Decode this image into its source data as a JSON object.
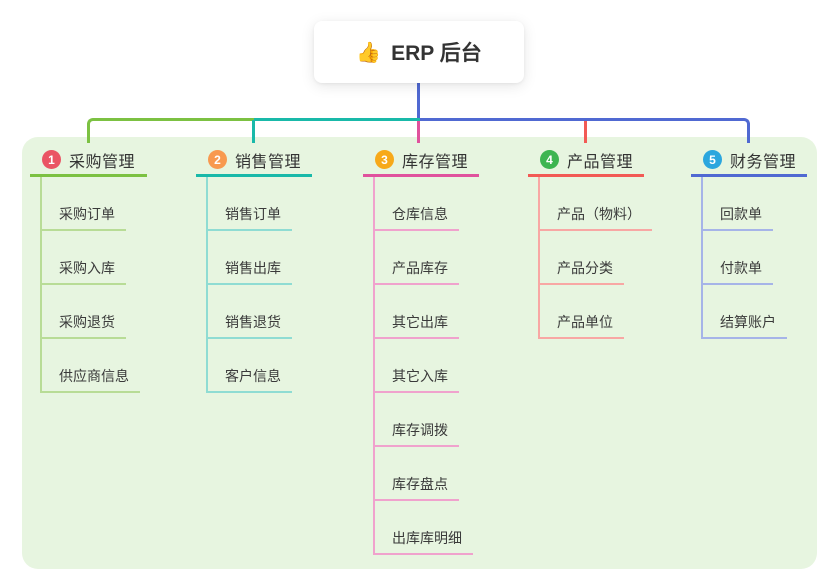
{
  "root": {
    "icon": "👍",
    "title": "ERP 后台"
  },
  "canvas": {
    "background": "#ffffff",
    "panel_color": "#e7f5e0",
    "connector_blue": "#5069d2",
    "connector_green": "#7cc142",
    "connector_teal": "#19b9a9",
    "connector_pink": "#e0529d",
    "connector_red": "#f25a55"
  },
  "branches": [
    {
      "number": "1",
      "title": "采购管理",
      "badge_color": "#ea5464",
      "line_color": "#7cc142",
      "child_line_color": "#b8dc96",
      "children": [
        "采购订单",
        "采购入库",
        "采购退货",
        "供应商信息"
      ]
    },
    {
      "number": "2",
      "title": "销售管理",
      "badge_color": "#f8994f",
      "line_color": "#19b9a9",
      "child_line_color": "#8fdcd3",
      "children": [
        "销售订单",
        "销售出库",
        "销售退货",
        "客户信息"
      ]
    },
    {
      "number": "3",
      "title": "库存管理",
      "badge_color": "#f7a919",
      "line_color": "#e0529d",
      "child_line_color": "#f0a2cd",
      "children": [
        "仓库信息",
        "产品库存",
        "其它出库",
        "其它入库",
        "库存调拨",
        "库存盘点",
        "出库库明细"
      ]
    },
    {
      "number": "4",
      "title": "产品管理",
      "badge_color": "#3db551",
      "line_color": "#f25a55",
      "child_line_color": "#f8a7a4",
      "children": [
        "产品（物料）",
        "产品分类",
        "产品单位"
      ]
    },
    {
      "number": "5",
      "title": "财务管理",
      "badge_color": "#2ba6de",
      "line_color": "#5069d2",
      "child_line_color": "#a6b4e8",
      "children": [
        "回款单",
        "付款单",
        "结算账户"
      ]
    }
  ]
}
